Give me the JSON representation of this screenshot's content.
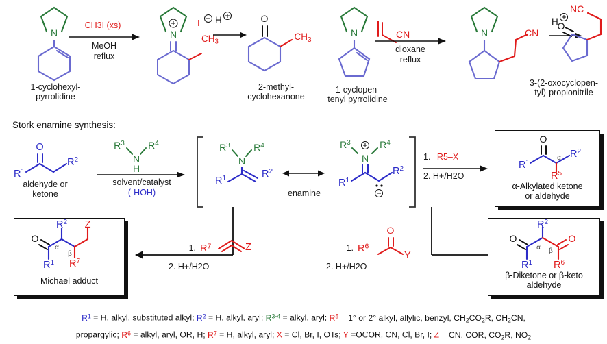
{
  "title": "Stork enamine synthesis reaction scheme",
  "colors": {
    "red": "#e01b1b",
    "blue": "#2c2cc8",
    "green": "#2a7a3a",
    "black": "#111111"
  },
  "examples": [
    {
      "id": "cyclohexyl",
      "reactant_label_line1": "1-cyclohexyl-",
      "reactant_label_line2": "pyrrolidine",
      "reagent_top": "CH3I (xs)",
      "reagent_mid": "MeOH",
      "reagent_bot": "reflux",
      "intermediate_counterion": "I",
      "intermediate_methyl": "CH3",
      "second_reagent": "H",
      "product_label_line1": "2-methyl-",
      "product_label_line2": "cyclohexanone"
    },
    {
      "id": "cyclopentenyl",
      "reactant_label_line1": "1-cyclopen-",
      "reactant_label_line2": "tenyl pyrrolidine",
      "reagent_top": "CN",
      "reagent_mid": "dioxane",
      "reagent_bot": "reflux",
      "intermediate_nitrile": "CN",
      "second_reagent": "H",
      "product_nitrile": "NC",
      "product_label_line1": "3-(2-oxocyclopen-",
      "product_label_line2": "tyl)-propionitrile"
    }
  ],
  "scheme": {
    "heading": "Stork enamine synthesis:",
    "start_material": {
      "r1": "R1",
      "r2": "R2",
      "oxygen": "O",
      "label_line1": "aldehyde or",
      "label_line2": "ketone"
    },
    "step1_reagent": {
      "amine_r3": "R3",
      "amine_r4": "R4",
      "amine_n": "N",
      "amine_h": "H",
      "condition_line1": "solvent/catalyst",
      "condition_line2": "(-HOH)"
    },
    "enamine": {
      "r1": "R1",
      "r2": "R2",
      "r3": "R3",
      "r4": "R4",
      "n": "N",
      "caption": "enamine"
    },
    "iminium": {
      "r1": "R1",
      "r2": "R2",
      "r3": "R3",
      "r4": "R4",
      "n": "N"
    },
    "branch_alkylation": {
      "step1": "1.",
      "reagent": "R5–X",
      "step2": "2. H+/H2O",
      "product": {
        "r1": "R1",
        "r2": "R2",
        "r5": "R5",
        "oxygen": "O",
        "alpha": "α",
        "label_line1": "α-Alkylated ketone",
        "label_line2": "or aldehyde"
      }
    },
    "branch_michael": {
      "step1": "1.",
      "reagent_r7": "R7",
      "reagent_z": "Z",
      "step2": "2. H+/H2O",
      "product": {
        "r1": "R1",
        "r2": "R2",
        "r7": "R7",
        "z": "Z",
        "oxygen": "O",
        "alpha": "α",
        "beta": "β",
        "label": "Michael adduct"
      }
    },
    "branch_acylation": {
      "step1": "1.",
      "reagent_r6": "R6",
      "reagent_y": "Y",
      "reagent_o": "O",
      "step2": "2. H+/H2O",
      "product": {
        "r1": "R1",
        "r2": "R2",
        "r6": "R6",
        "oxygen_left": "O",
        "oxygen_right": "O",
        "alpha": "α",
        "beta": "β",
        "label_line1": "β-Diketone or β-keto",
        "label_line2": "aldehyde"
      }
    }
  },
  "legend": {
    "line1_parts": [
      {
        "t": "R",
        "c": "blue",
        "sup": "1"
      },
      {
        "t": " = H, alkyl, substituted alkyl; ",
        "c": "blk"
      },
      {
        "t": "R",
        "c": "blue",
        "sup": "2"
      },
      {
        "t": " = H, alkyl, aryl; ",
        "c": "blk"
      },
      {
        "t": "R",
        "c": "green",
        "sup": "3-4"
      },
      {
        "t": " = alkyl, aryl; ",
        "c": "blk"
      },
      {
        "t": "R",
        "c": "red",
        "sup": "5"
      },
      {
        "t": " = 1° or 2° alkyl, allylic, benzyl, CH2CO2R, CH2CN,",
        "c": "blk"
      }
    ],
    "line2_parts": [
      {
        "t": "propargylic; ",
        "c": "blk"
      },
      {
        "t": "R",
        "c": "red",
        "sup": "6"
      },
      {
        "t": " = alkyl, aryl, OR, H; ",
        "c": "blk"
      },
      {
        "t": "R",
        "c": "red",
        "sup": "7"
      },
      {
        "t": " = H, alkyl, aryl;  ",
        "c": "blk"
      },
      {
        "t": "X",
        "c": "red",
        "sup": ""
      },
      {
        "t": " = Cl, Br, I, OTs; ",
        "c": "blk"
      },
      {
        "t": "Y",
        "c": "red",
        "sup": ""
      },
      {
        "t": " =OCOR, CN, Cl, Br, I; ",
        "c": "blk"
      },
      {
        "t": "Z",
        "c": "red",
        "sup": ""
      },
      {
        "t": " = CN, COR, CO2R, NO2",
        "c": "blk"
      }
    ],
    "line1_text": "R1 = H, alkyl, substituted alkyl; R2 = H, alkyl, aryl; R3-4 = alkyl, aryl; R5 = 1° or 2° alkyl, allylic, benzyl, CH2CO2R, CH2CN,",
    "line2_text": "propargylic; R6 = alkyl, aryl, OR, H; R7 = H, alkyl, aryl;  X = Cl, Br, I, OTs; Y =OCOR, CN, Cl, Br, I; Z = CN, COR, CO2R, NO2"
  }
}
